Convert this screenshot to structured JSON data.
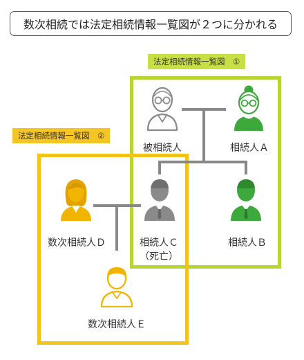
{
  "title": "数次相続では法定相続情報一覧図が２つに分かれる",
  "groups": [
    {
      "label": "法定相続情報一覧図　①",
      "color": "#b7d533",
      "tag_bg": "#c8e045"
    },
    {
      "label": "法定相続情報一覧図　②",
      "color": "#f2c417",
      "tag_bg": "#f5c623"
    }
  ],
  "people": {
    "deceased": {
      "label": "被相続人",
      "color": "#8a8a8a",
      "icon": "elderly-man-glasses-icon"
    },
    "heir_a": {
      "label": "相続人Ａ",
      "color": "#3da83b",
      "icon": "elderly-woman-glasses-icon"
    },
    "heir_b": {
      "label": "相続人Ｂ",
      "color": "#3da83b",
      "icon": "man-icon"
    },
    "heir_c": {
      "label": "相続人Ｃ",
      "note": "（死亡）",
      "color": "#8a8a8a",
      "icon": "man-icon"
    },
    "heir_d": {
      "label": "数次相続人Ｄ",
      "color": "#f1b400",
      "icon": "woman-icon"
    },
    "heir_e": {
      "label": "数次相続人Ｅ",
      "color": "#f1b400",
      "icon": "young-man-icon"
    }
  }
}
